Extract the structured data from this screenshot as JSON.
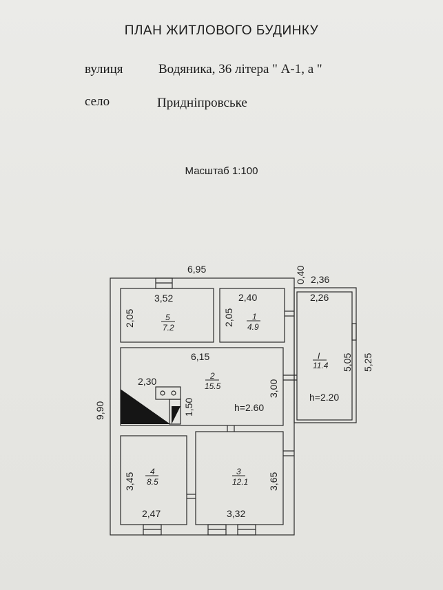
{
  "header": {
    "title": "ПЛАН ЖИТЛОВОГО БУДИНКУ",
    "street_label": "вулиця",
    "street_value": "Водяника, 36 літера \" А-1, а \"",
    "village_label": "село",
    "village_value": "Придніпровське",
    "scale": "Масштаб 1:100"
  },
  "plan": {
    "overall_width": "6,95",
    "overall_height": "9,90",
    "annex_offset": "0,40",
    "annex_outer_width": "2,36",
    "annex_inner_width": "2,26",
    "annex_inner_height": "5,05",
    "annex_outer_height": "5,25",
    "annex_number": "I",
    "annex_area": "11.4",
    "annex_ceiling": "h=2.20",
    "main_ceiling": "h=2.60",
    "room5": {
      "number": "5",
      "area": "7.2",
      "width": "3,52",
      "height": "2,05"
    },
    "room1": {
      "number": "1",
      "area": "4.9",
      "width": "2,40",
      "height": "2,05"
    },
    "room2": {
      "number": "2",
      "area": "15.5",
      "width": "6,15",
      "height": "3,00"
    },
    "stove": {
      "width": "2,30",
      "height": "1,50"
    },
    "room4": {
      "number": "4",
      "area": "8.5",
      "width": "2,47",
      "height": "3,45"
    },
    "room3": {
      "number": "3",
      "area": "12.1",
      "width": "3,32",
      "height": "3,65"
    }
  }
}
